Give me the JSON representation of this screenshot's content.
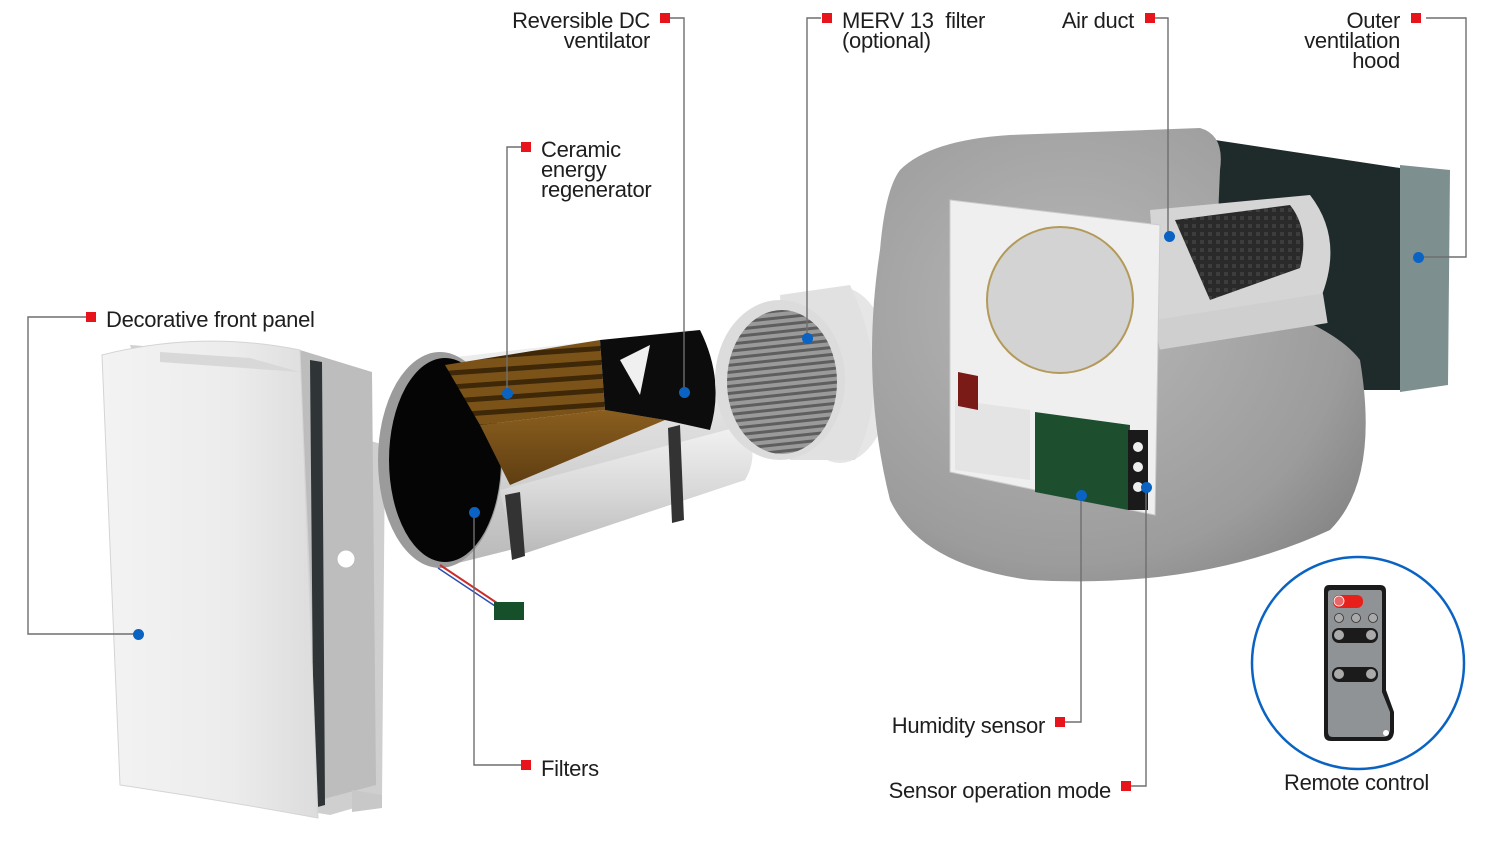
{
  "diagram": {
    "colors": {
      "marker": "#e8141c",
      "pointer_dot": "#0a63c2",
      "leader_line": "#6e6e6e",
      "remote_circle": "#0a63c2"
    },
    "callouts": [
      {
        "id": "reversible-dc-ventilator",
        "lines": [
          "Reversible DC",
          "ventilator"
        ]
      },
      {
        "id": "merv-13-filter",
        "lines": [
          "MERV 13  filter",
          "(optional)"
        ]
      },
      {
        "id": "air-duct",
        "lines": [
          "Air duct"
        ]
      },
      {
        "id": "outer-ventilation-hood",
        "lines": [
          "Outer",
          "ventilation",
          "hood"
        ]
      },
      {
        "id": "ceramic-energy-regenerator",
        "lines": [
          "Ceramic",
          "energy",
          "regenerator"
        ]
      },
      {
        "id": "decorative-front-panel",
        "lines": [
          "Decorative front panel"
        ]
      },
      {
        "id": "filters",
        "lines": [
          "Filters"
        ]
      },
      {
        "id": "humidity-sensor",
        "lines": [
          "Humidity sensor"
        ]
      },
      {
        "id": "sensor-operation-mode",
        "lines": [
          "Sensor operation mode"
        ]
      }
    ],
    "remote": {
      "caption": "Remote control"
    }
  }
}
